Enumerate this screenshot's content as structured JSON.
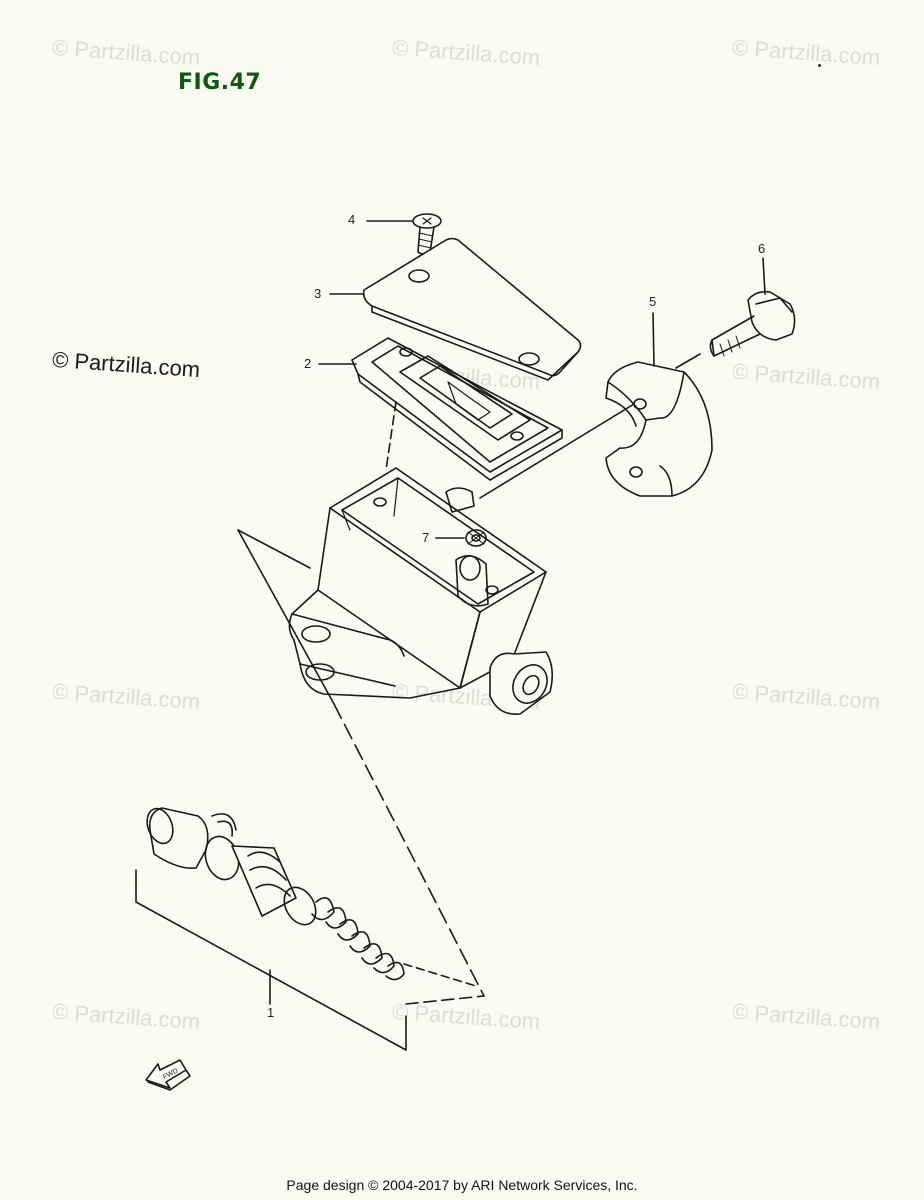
{
  "figure": {
    "title": "FIG.47"
  },
  "callouts": [
    {
      "id": "c1",
      "text": "1"
    },
    {
      "id": "c2",
      "text": "2"
    },
    {
      "id": "c3",
      "text": "3"
    },
    {
      "id": "c4",
      "text": "4"
    },
    {
      "id": "c5",
      "text": "5"
    },
    {
      "id": "c6",
      "text": "6"
    },
    {
      "id": "c7",
      "text": "7"
    }
  ],
  "fwd_arrow": {
    "label": "FWD"
  },
  "watermark": {
    "text": "© Partzilla.com",
    "main_text": "© Partzilla.com"
  },
  "footer": {
    "text": "Page design © 2004-2017 by ARI Network Services, Inc."
  },
  "colors": {
    "title": "#0c5a0c",
    "line": "#1a1a1a",
    "background": "#fbfbf4"
  }
}
